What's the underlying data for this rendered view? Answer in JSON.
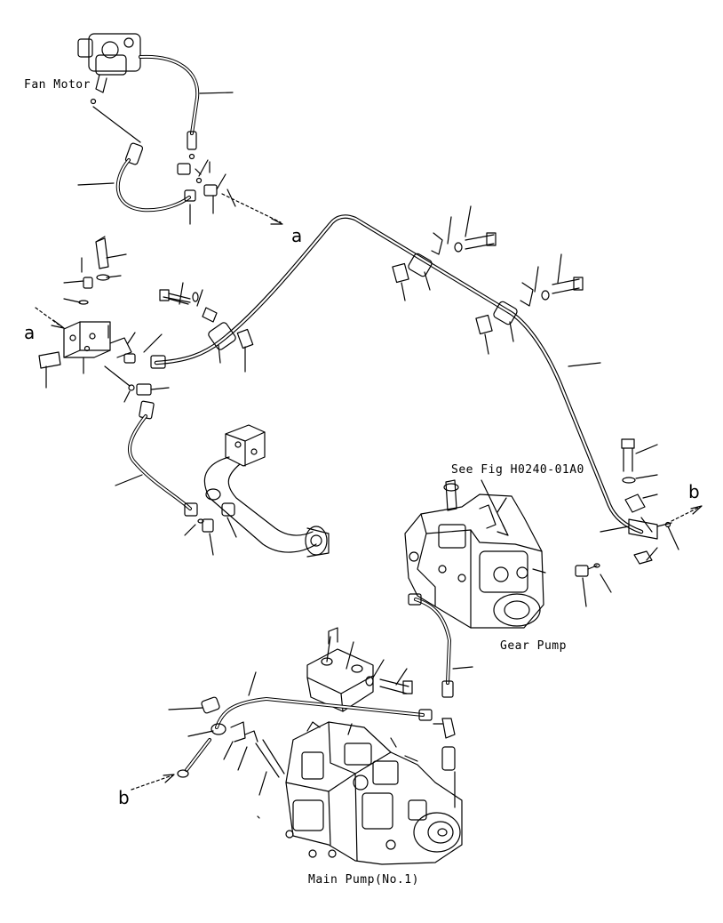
{
  "labels": {
    "fan_motor": "Fan Motor",
    "see_fig": "See Fig H0240-01A0",
    "gear_pump": "Gear Pump",
    "main_pump": "Main Pump(No.1)"
  },
  "refs": {
    "a_top": "a",
    "a_left": "a",
    "b_right": "b",
    "b_bottom": "b"
  },
  "colors": {
    "line": "#000000",
    "background": "#ffffff"
  }
}
